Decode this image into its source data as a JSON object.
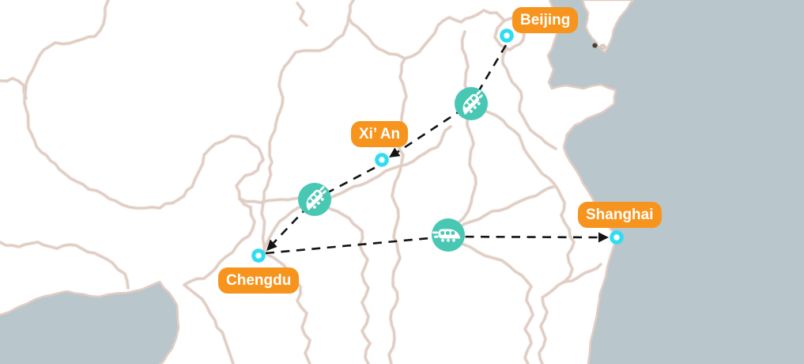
{
  "cities": [
    {
      "id": "beijing",
      "label": "Beijing"
    },
    {
      "id": "xian",
      "label": "Xi’ An"
    },
    {
      "id": "chengdu",
      "label": "Chengdu"
    },
    {
      "id": "shanghai",
      "label": "Shanghai"
    }
  ],
  "routes": [
    {
      "from": "Beijing",
      "to": "Xi’ An",
      "transport": "high-speed-train"
    },
    {
      "from": "Xi’ An",
      "to": "Chengdu",
      "transport": "high-speed-train"
    },
    {
      "from": "Chengdu",
      "to": "Shanghai",
      "transport": "high-speed-train"
    }
  ],
  "theme": {
    "label_orange": "#F7941E",
    "marker_cyan": "#2EDDF1",
    "train_badge_teal": "#48C7B3",
    "sea_gray": "#B9C6CC",
    "land_white": "#FFFFFF",
    "province_border_pink": "#E2CCC2",
    "route_dash_black": "#141414"
  }
}
